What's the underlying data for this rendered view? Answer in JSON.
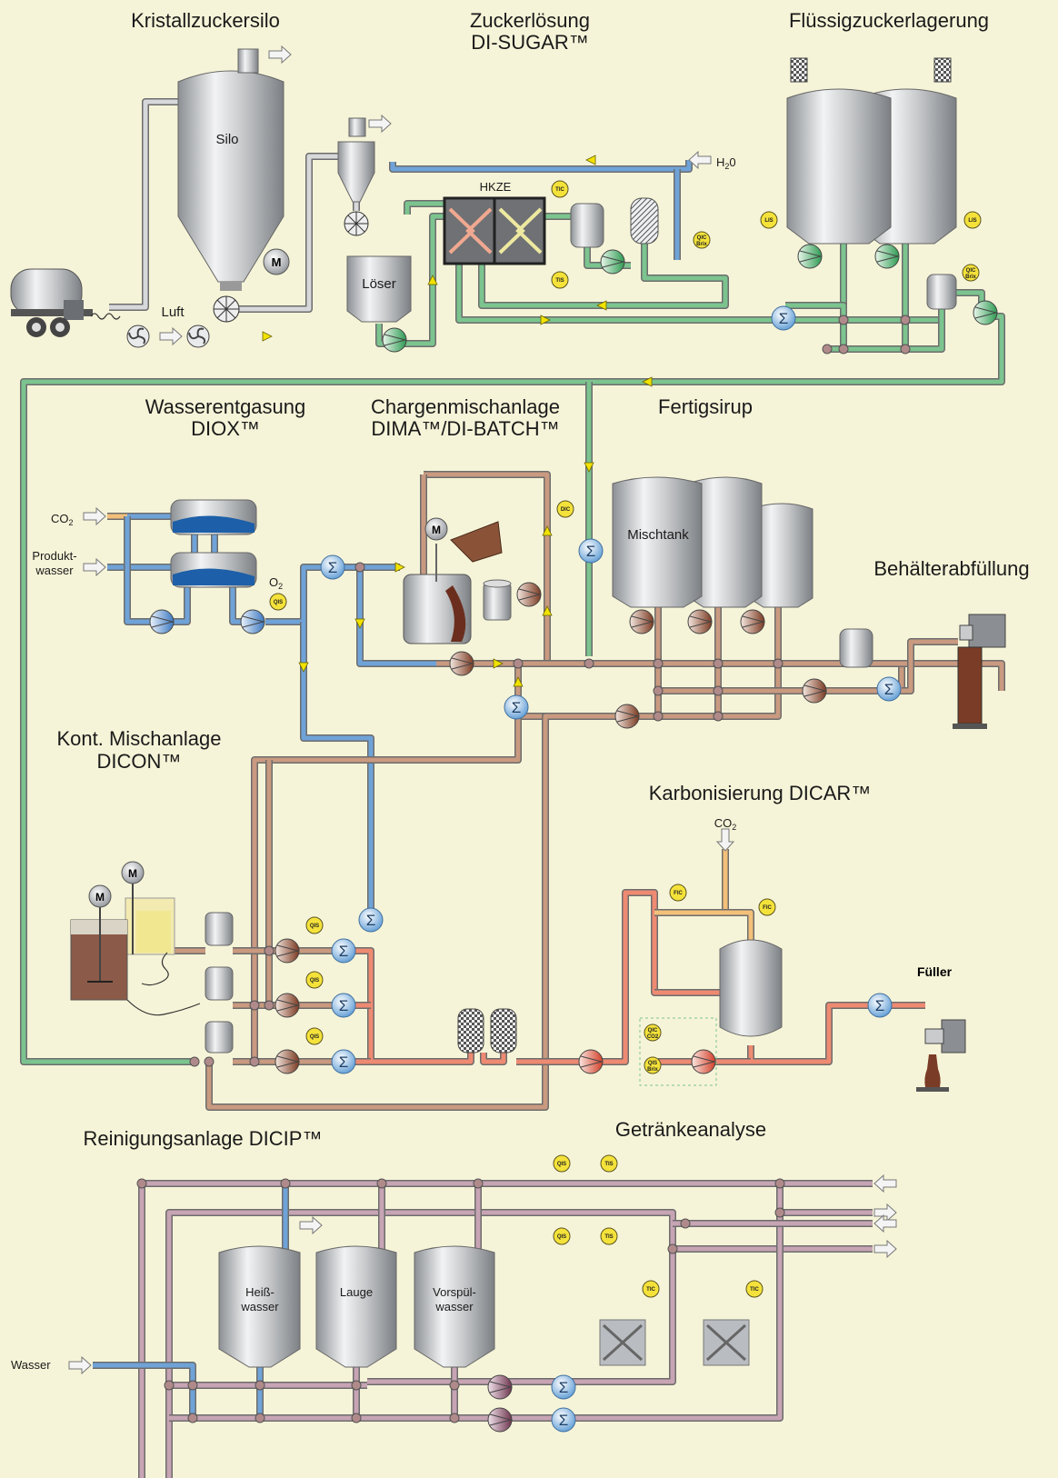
{
  "sections": {
    "kristallzuckersilo": "Kristallzuckersilo",
    "zuckerloesung_1": "Zuckerlösung",
    "zuckerloesung_2": "DI-SUGAR™",
    "fluessigzucker": "Flüssigzuckerlagerung",
    "wasserentgasung_1": "Wasserentgasung",
    "wasserentgasung_2": "DIOX™",
    "chargenmisch_1": "Chargenmischanlage",
    "chargenmisch_2": "DIMA™/DI-BATCH™",
    "fertigsirup": "Fertigsirup",
    "behaelterabfuellung": "Behälterabfüllung",
    "kont_misch_1": "Kont. Mischanlage",
    "kont_misch_2": "DICON™",
    "karbonisierung": "Karbonisierung DICAR™",
    "reinigung": "Reinigungsanlage DICIP™",
    "getraenkeanalyse": "Getränkeanalyse"
  },
  "labels": {
    "silo": "Silo",
    "loeser": "Löser",
    "hkze": "HKZE",
    "h2o": "H",
    "h2o_sub": "2",
    "h2o_end": "0",
    "luft": "Luft",
    "co2": "CO",
    "co2_sub": "2",
    "o2": "O",
    "o2_sub": "2",
    "produktwasser_1": "Produkt-",
    "produktwasser_2": "wasser",
    "mischtank": "Mischtank",
    "fueller": "Füller",
    "heisswasser_1": "Heiß-",
    "heisswasser_2": "wasser",
    "lauge": "Lauge",
    "vorspuel_1": "Vorspül-",
    "vorspuel_2": "wasser",
    "wasser": "Wasser",
    "motor": "M",
    "sigma": "Σ"
  },
  "instruments": {
    "tic": "TIC",
    "tis": "TIS",
    "qic": "QIC",
    "brix": "Brix",
    "lis": "LIS",
    "qis": "QIS",
    "fic": "FIC",
    "co2": "CO2"
  },
  "colors": {
    "background": "#f6f4d8",
    "pipe_green": "#7cc48f",
    "pipe_blue": "#6fa3d8",
    "pipe_brown": "#c99a80",
    "pipe_red": "#ee8a72",
    "pipe_orange": "#f3c07a",
    "pipe_mauve": "#c7a4b4",
    "pipe_grey": "#d6d8da",
    "arrow_yellow": "#f2e200",
    "instrument_yellow": "#f4e23a"
  }
}
